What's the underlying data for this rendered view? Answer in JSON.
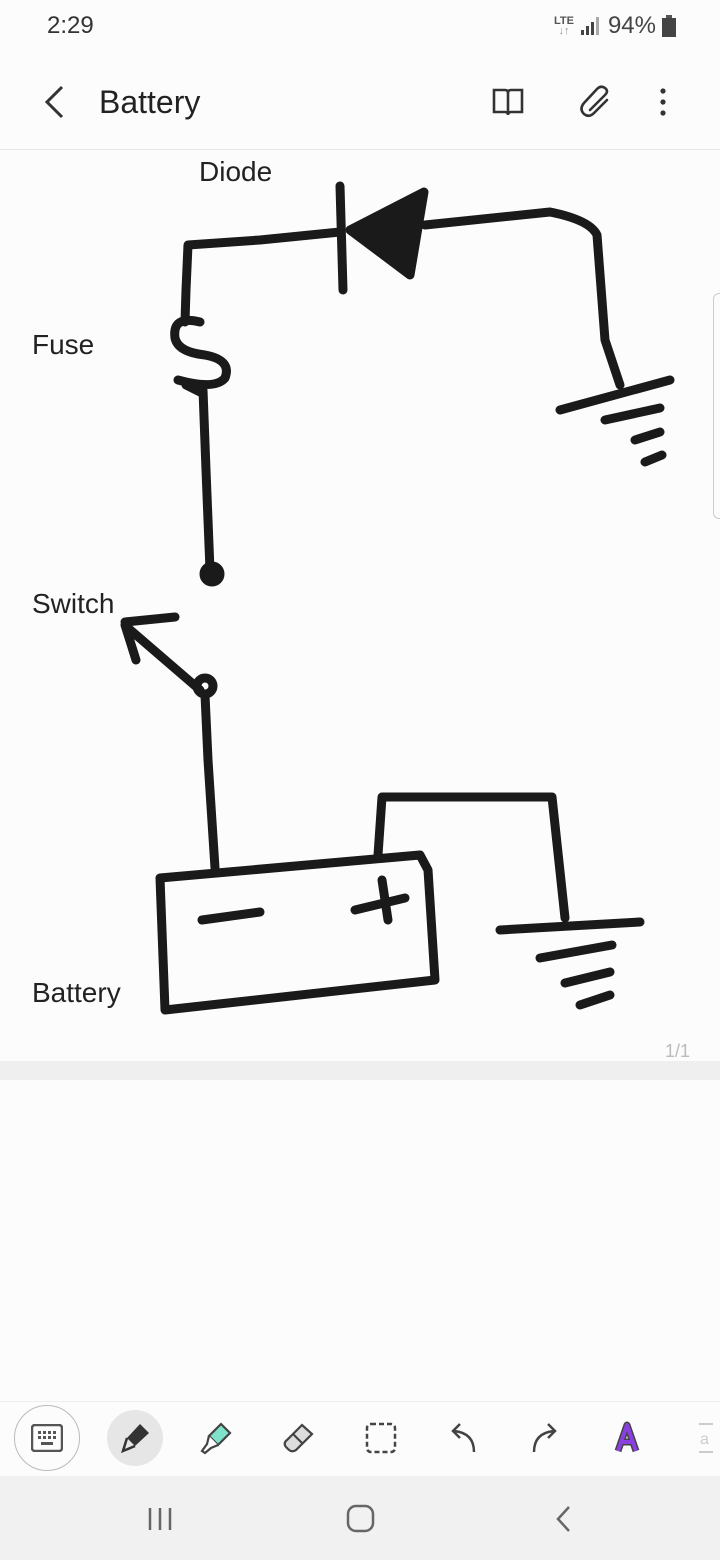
{
  "status_bar": {
    "time": "2:29",
    "network": "LTE",
    "battery": "94%"
  },
  "header": {
    "title": "Battery"
  },
  "note": {
    "labels": {
      "diode": "Diode",
      "fuse": "Fuse",
      "switch": "Switch",
      "battery": "Battery"
    },
    "page_indicator": "1/1"
  },
  "toolbar": {
    "tools": [
      "keyboard",
      "pen",
      "highlighter",
      "eraser",
      "selection",
      "undo",
      "redo",
      "text-style",
      "more"
    ],
    "active": "pen",
    "accent": "#7b3fe4"
  },
  "colors": {
    "ink": "#1a1a1a",
    "highlighter": "#7fe3cc"
  }
}
